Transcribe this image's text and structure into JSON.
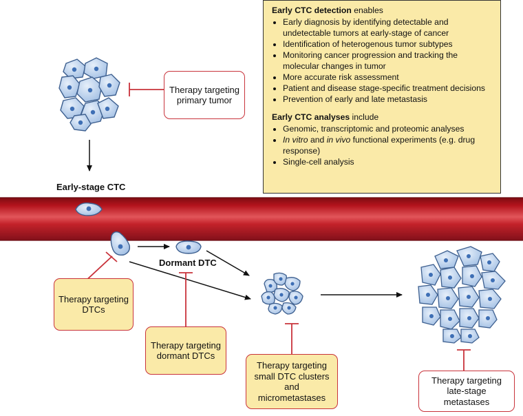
{
  "detection": {
    "heading_bold": "Early CTC detection",
    "heading_rest": " enables",
    "items": [
      "Early diagnosis by identifying detectable and undetectable tumors at early-stage of cancer",
      "Identification of heterogenous tumor subtypes",
      "Monitoring cancer progression and tracking the molecular changes in tumor",
      "More accurate risk assessment",
      "Patient and disease stage-specific treatment decisions",
      "Prevention of early and late metastasis"
    ]
  },
  "analyses": {
    "heading_bold": "Early CTC analyses",
    "heading_rest": " include",
    "item1": "Genomic, transcriptomic and proteomic analyses",
    "item2_italic_a": "In vitro",
    "item2_mid": " and ",
    "item2_italic_b": "in vivo",
    "item2_rest": " functional experiments (e.g. drug response)",
    "item3": "Single-cell analysis"
  },
  "labels": {
    "early_stage_ctc": "Early-stage CTC",
    "dormant_dtc": "Dormant DTC"
  },
  "therapies": {
    "primary_tumor": "Therapy targeting primary tumor",
    "dtcs": "Therapy targeting DTCs",
    "dormant_dtcs": "Therapy targeting dormant DTCs",
    "small_clusters": "Therapy targeting small DTC clusters and micrometastases",
    "late_stage": "Therapy targeting late-stage metastases"
  },
  "colors": {
    "vessel": "#b3131c",
    "vessel_highlight": "#e04a50",
    "cell_fill": "#bdd4ef",
    "cell_stroke": "#3d5f8f",
    "nucleus": "#3e6fb5",
    "inhibitor": "#c8323a",
    "yellow_box": "#faeaa8"
  }
}
